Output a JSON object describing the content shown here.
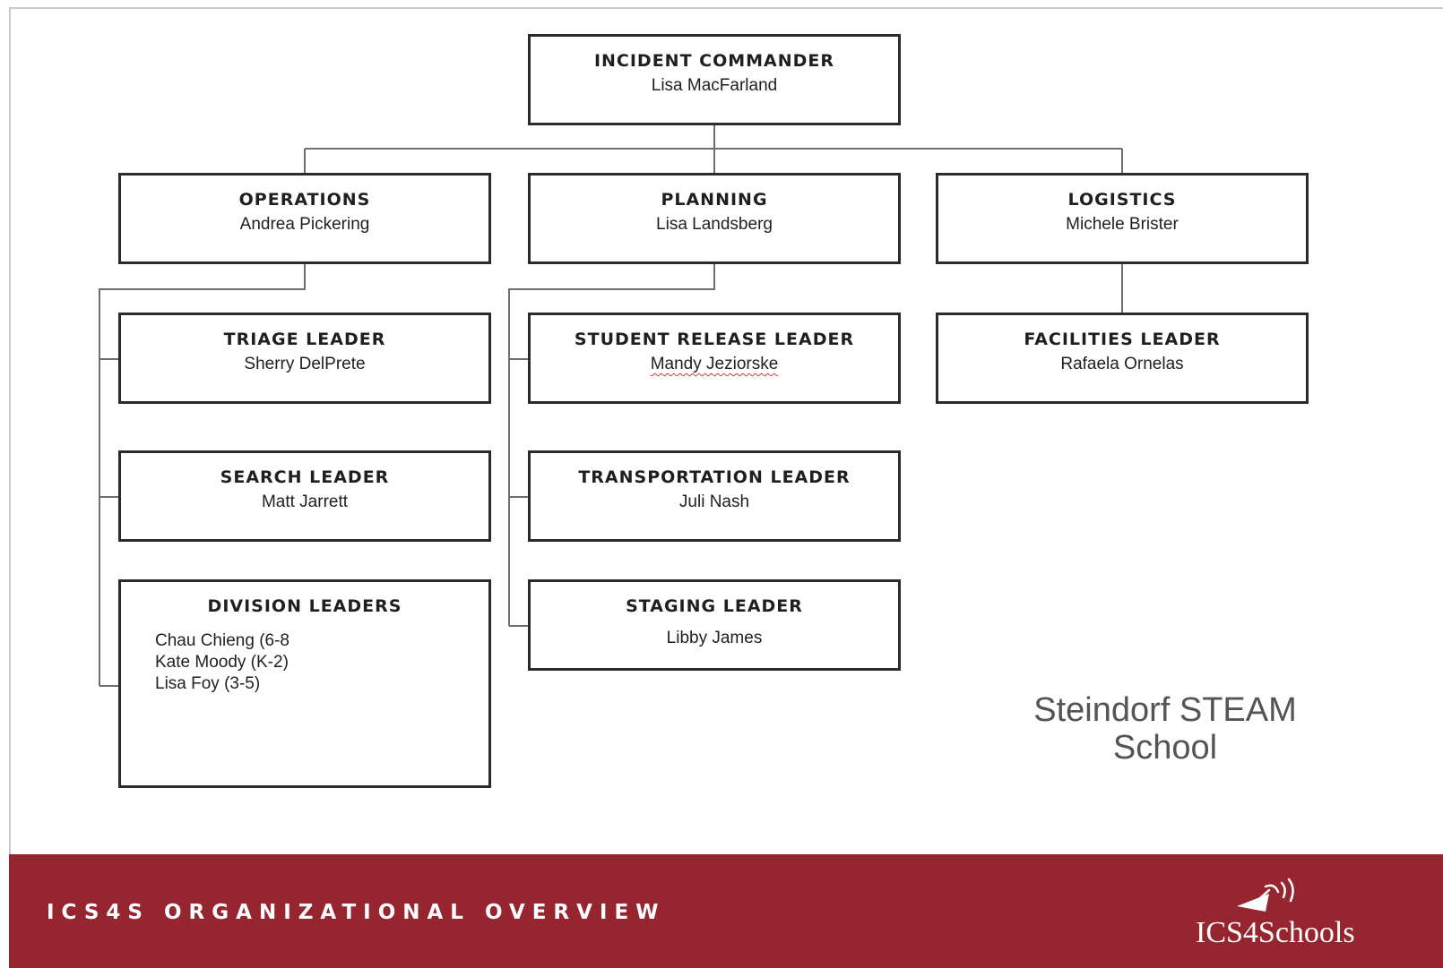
{
  "org_chart": {
    "incident_commander": {
      "role": "INCIDENT COMMANDER",
      "person": "Lisa MacFarland"
    },
    "operations": {
      "role": "OPERATIONS",
      "person": "Andrea Pickering"
    },
    "planning": {
      "role": "PLANNING",
      "person": "Lisa Landsberg"
    },
    "logistics": {
      "role": "LOGISTICS",
      "person": "Michele Brister"
    },
    "triage": {
      "role": "TRIAGE LEADER",
      "person": "Sherry DelPrete"
    },
    "search": {
      "role": "SEARCH LEADER",
      "person": "Matt Jarrett"
    },
    "division": {
      "role": "DIVISION LEADERS",
      "members": [
        "Chau Chieng (6-8",
        "Kate Moody (K-2)",
        "Lisa Foy (3-5)"
      ]
    },
    "student_release": {
      "role": "STUDENT RELEASE LEADER",
      "person": "Mandy Jeziorske"
    },
    "transportation": {
      "role": "TRANSPORTATION LEADER",
      "person": "Juli Nash"
    },
    "staging": {
      "role": "STAGING LEADER",
      "person": "Libby James"
    },
    "facilities": {
      "role": "FACILITIES LEADER",
      "person": "Rafaela Ornelas"
    }
  },
  "school_name": {
    "line1": "Steindorf STEAM",
    "line2": "School"
  },
  "footer": {
    "title": "ICS4S ORGANIZATIONAL OVERVIEW",
    "logo_text": "ICS4Schools"
  },
  "colors": {
    "footer_bg": "#962530",
    "box_border": "#2b2b2b",
    "connector": "#6e6e6e",
    "school_name": "#545454"
  }
}
